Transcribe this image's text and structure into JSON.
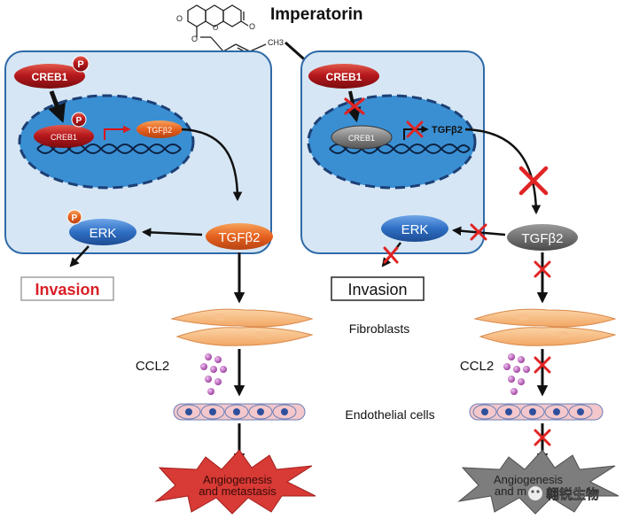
{
  "compound": {
    "name": "Imperatorin",
    "substituent_label": "CH3"
  },
  "molecules": {
    "creb1": "CREB1",
    "p": "P",
    "tgfb2": "TGFβ2",
    "erk": "ERK",
    "ccl2": "CCL2"
  },
  "labels": {
    "invasion": "Invasion",
    "fibroblasts": "Fibroblasts",
    "endothelial": "Endothelial cells",
    "angio_line1": "Angiogenesis",
    "angio_line2": "and metastasis",
    "angio_right_line1": "Angiogenesis",
    "angio_right_line2": "and m"
  },
  "watermark": "翱锐生物",
  "colors": {
    "cell_fill": "#d6e6f4",
    "cell_stroke": "#2f6aa8",
    "nucleus": "#3a8fd3",
    "creb_red": "#b3171b",
    "tgf_orange": "#e8662a",
    "erk_blue": "#2f6fc4",
    "inhibit_red": "#e02424",
    "invasion_red": "#d81f26",
    "burst_red": "#d83a35",
    "burst_gray": "#7d7d7d"
  }
}
